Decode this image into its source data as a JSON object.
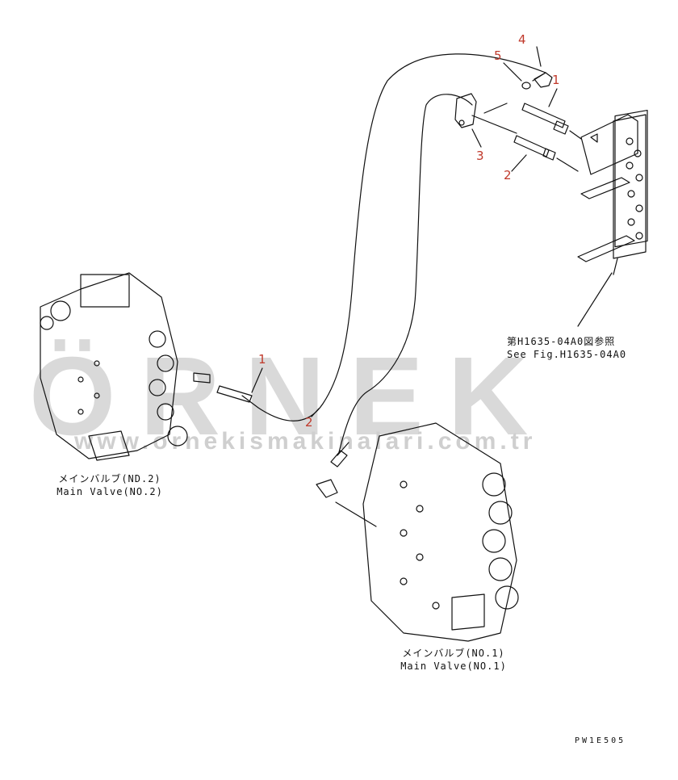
{
  "watermark": {
    "brand": "ÖRNEK",
    "url": "www.ornekismakinalari.com.tr"
  },
  "callouts": {
    "c1_top": "1",
    "c2_top": "2",
    "c3": "3",
    "c4": "4",
    "c5": "5",
    "c1_mid": "1",
    "c2_mid": "2"
  },
  "labels": {
    "ref_jp": "第H1635-04A0図参照",
    "ref_en": "See Fig.H1635-04A0",
    "valve2_jp": "メインバルブ(ND.2)",
    "valve2_en": "Main Valve(NO.2)",
    "valve1_jp": "メインバルブ(NO.1)",
    "valve1_en": "Main Valve(NO.1)",
    "code": "PW1E505"
  },
  "colors": {
    "callout": "#c0392b",
    "line": "#111111",
    "watermark": "#d9d9d9"
  }
}
